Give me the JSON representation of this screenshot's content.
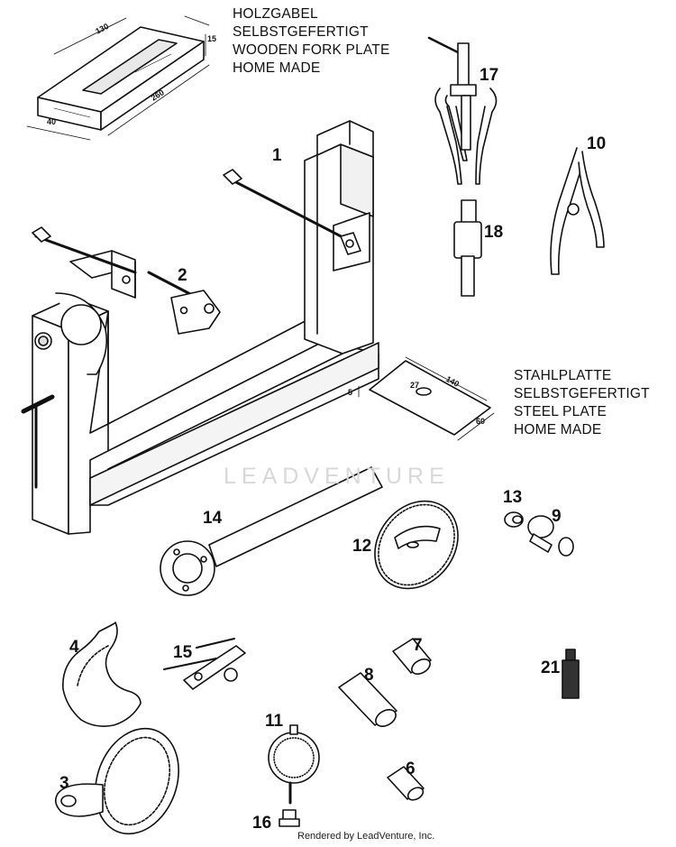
{
  "notes": {
    "wooden_fork_plate": [
      "HOLZGABEL",
      "SELBSTGEFERTIGT",
      "WOODEN FORK PLATE",
      "HOME MADE"
    ],
    "steel_plate": [
      "STAHLPLATTE",
      "SELBSTGEFERTIGT",
      "STEEL PLATE",
      "HOME MADE"
    ]
  },
  "dimensions": {
    "wood_a": "130",
    "wood_b": "15",
    "wood_c": "40",
    "wood_d": "260",
    "steel_length": "140",
    "steel_hole": "27",
    "steel_thickness": "5",
    "steel_width": "60"
  },
  "callouts": {
    "p1": "1",
    "p2": "2",
    "p3": "3",
    "p4": "4",
    "p6": "6",
    "p7": "7",
    "p8": "8",
    "p9": "9",
    "p10": "10",
    "p11": "11",
    "p12": "12",
    "p13": "13",
    "p14": "14",
    "p15": "15",
    "p16": "16",
    "p17": "17",
    "p18": "18",
    "p21": "21"
  },
  "watermark": "LEADVENTURE",
  "footer": "Rendered by LeadVenture, Inc."
}
